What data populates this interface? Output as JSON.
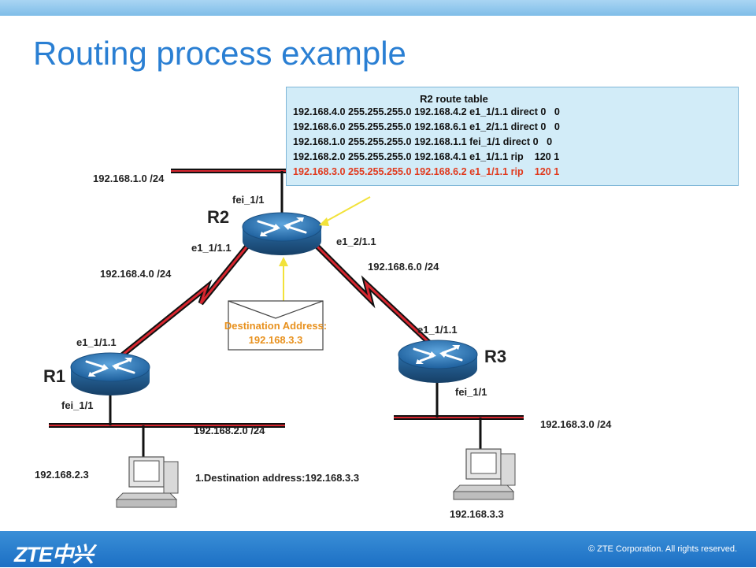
{
  "title": "Routing process example",
  "routers": {
    "r1": {
      "name": "R1",
      "iface_wan": "e1_1/1.1",
      "iface_lan": "fei_1/1"
    },
    "r2": {
      "name": "R2",
      "iface_lan": "fei_1/1",
      "iface_left": "e1_1/1.1",
      "iface_right": "e1_2/1.1"
    },
    "r3": {
      "name": "R3",
      "iface_wan": "e1_1/1.1",
      "iface_lan": "fei_1/1"
    }
  },
  "networks": {
    "net1": "192.168.1.0 /24",
    "net4": "192.168.4.0 /24",
    "net6": "192.168.6.0 /24",
    "net2": "192.168.2.0 /24",
    "net3": "192.168.3.0 /24"
  },
  "hosts": {
    "pc1": "192.168.2.3",
    "pc3": "192.168.3.3"
  },
  "packet": {
    "label": "Destination Address:",
    "address": "192.168.3.3"
  },
  "step": "1.Destination address:192.168.3.3",
  "route_table": {
    "title": "R2 route table",
    "rows": [
      "192.168.4.0 255.255.255.0 192.168.4.2 e1_1/1.1 direct 0   0",
      "192.168.6.0 255.255.255.0 192.168.6.1 e1_2/1.1 direct 0   0",
      "192.168.1.0 255.255.255.0 192.168.1.1 fei_1/1 direct 0   0",
      "192.168.2.0 255.255.255.0 192.168.4.1 e1_1/1.1 rip    120 1",
      "192.168.3.0 255.255.255.0 192.168.6.2 e1_1/1.1 rip    120 1"
    ],
    "highlight_row": 4
  },
  "colors": {
    "title": "#2a7fd3",
    "link": "#d8262f",
    "highlight": "#e03a1e",
    "packet_text": "#e8911e",
    "arrow": "#f2e23a",
    "table_bg": "#d2ecf8"
  },
  "footer": {
    "logo": "ZTE中兴",
    "copyright": "© ZTE Corporation. All rights reserved."
  }
}
